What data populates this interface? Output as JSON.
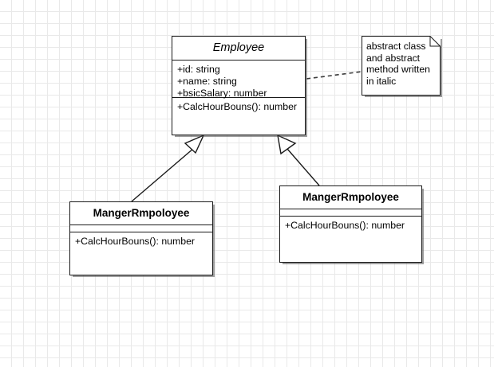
{
  "diagram": {
    "type": "uml-class-diagram",
    "background": "#ffffff",
    "grid_color": "#e9e9e9",
    "line_color": "#1a1a1a"
  },
  "classes": {
    "employee": {
      "name": "Employee",
      "is_abstract": true,
      "attributes": [
        "+id: string",
        "+name: string",
        "+bsicSalary: number"
      ],
      "methods": [
        "+CalcHourBouns(): number"
      ]
    },
    "manager_left": {
      "name": "MangerRmpoloyee",
      "is_abstract": false,
      "attributes": [],
      "methods": [
        "+CalcHourBouns(): number"
      ]
    },
    "manager_right": {
      "name": "MangerRmpoloyee",
      "is_abstract": false,
      "attributes": [],
      "methods": [
        "+CalcHourBouns(): number"
      ]
    }
  },
  "note": {
    "text": "abstract class\nand abstract\nmethod written\nin italic"
  },
  "relationships": [
    {
      "kind": "generalization",
      "from": "manager_left",
      "to": "employee"
    },
    {
      "kind": "generalization",
      "from": "manager_right",
      "to": "employee"
    },
    {
      "kind": "note-anchor",
      "from": "note",
      "to": "employee",
      "style": "dashed"
    }
  ]
}
